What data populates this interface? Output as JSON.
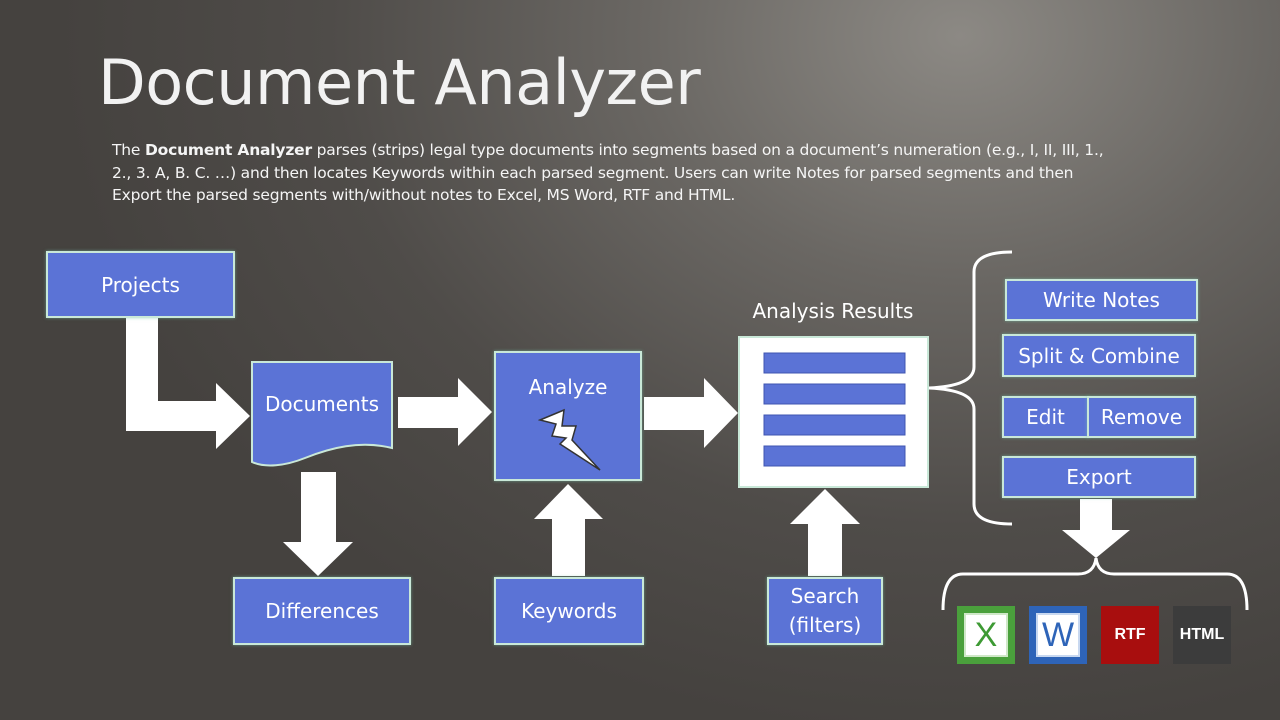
{
  "title": "Document Analyzer",
  "description": {
    "intro": "The ",
    "bold": "Document Analyzer",
    "rest": " parses (strips) legal type documents into segments based on a document’s numeration (e.g., I, II, III, 1., 2., 3. A, B. C. …) and then locates Keywords within each parsed segment. Users can write Notes for parsed segments and then Export the parsed segments with/without notes to Excel, MS Word, RTF and HTML."
  },
  "nodes": {
    "projects": "Projects",
    "documents": "Documents",
    "analyze": "Analyze",
    "analysis_results": "Analysis Results",
    "differences": "Differences",
    "keywords": "Keywords",
    "search_line1": "Search",
    "search_line2": "(filters)"
  },
  "actions": {
    "write_notes": "Write Notes",
    "split_combine": "Split & Combine",
    "edit": "Edit",
    "remove": "Remove",
    "export": "Export"
  },
  "formats": {
    "excel": "X",
    "word": "W",
    "rtf": "RTF",
    "html": "HTML"
  },
  "colors": {
    "box_fill": "#5b73d6",
    "box_border": "#c9e8d8",
    "arrow": "#ffffff",
    "excel": "#4aa03c",
    "word": "#2e64b8",
    "rtf": "#a80e0e",
    "html": "#3c3c3c"
  },
  "icons": [
    "lightning-bolt-icon",
    "excel-icon",
    "word-icon",
    "rtf-icon",
    "html-icon"
  ]
}
